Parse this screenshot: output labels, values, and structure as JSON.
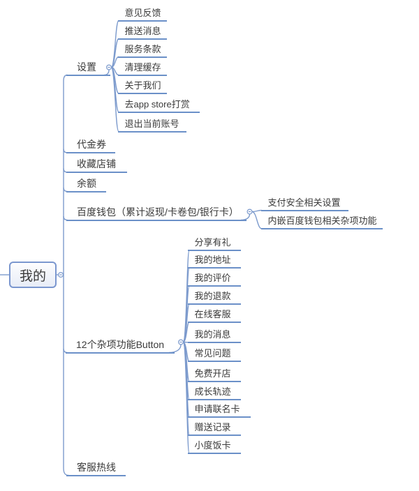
{
  "colors": {
    "background": "#ffffff",
    "line": "#7d9bcd",
    "underline": "#6b90c8",
    "root-border": "#7b97cf",
    "root-fill-top": "#fdfdfe",
    "root-fill-bottom": "#e8edf7",
    "text": "#3a3a3a"
  },
  "map": {
    "root": {
      "label": "我的"
    },
    "branches": [
      {
        "label": "设置",
        "children": [
          "意见反馈",
          "推送消息",
          "服务条款",
          "清理缓存",
          "关于我们",
          "去app store打赏",
          "退出当前账号"
        ]
      },
      {
        "label": "代金券",
        "children": []
      },
      {
        "label": "收藏店铺",
        "children": []
      },
      {
        "label": "余额",
        "children": []
      },
      {
        "label": "百度钱包（累计返现/卡卷包/银行卡）",
        "children": [
          "支付安全相关设置",
          "内嵌百度钱包相关杂项功能"
        ]
      },
      {
        "label": "12个杂项功能Button",
        "children": [
          "分享有礼",
          "我的地址",
          "我的评价",
          "我的退款",
          "在线客服",
          "我的消息",
          "常见问题",
          "免费开店",
          "成长轨迹",
          "申请联名卡",
          "赠送记录",
          "小度饭卡"
        ]
      },
      {
        "label": "客服热线",
        "children": []
      }
    ]
  }
}
